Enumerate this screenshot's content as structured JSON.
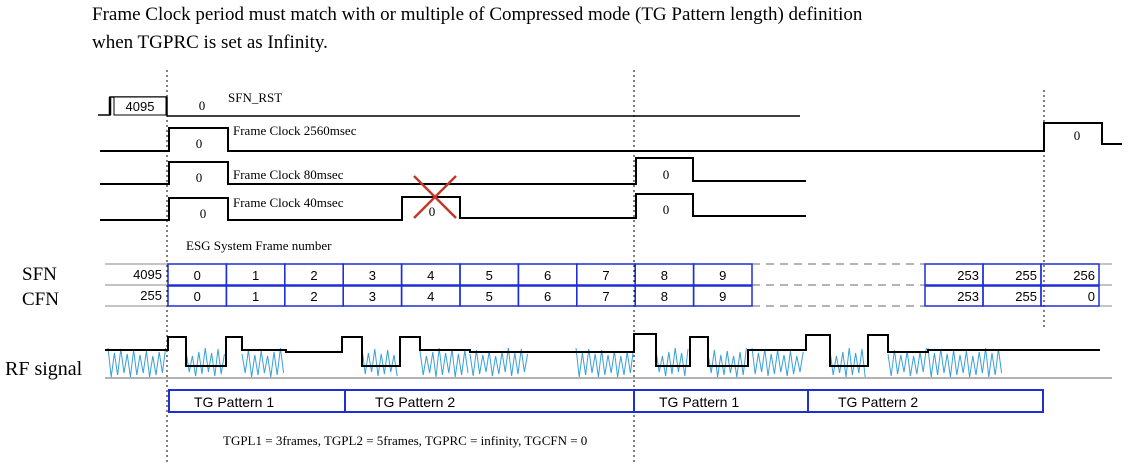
{
  "title": {
    "line1": "Frame Clock period must match with or multiple of Compressed mode (TG Pattern length) definition",
    "line2": "when TGPRC is set as Infinity."
  },
  "signals": {
    "sfn_rst": {
      "label": "SFN_RST",
      "pre_value": "4095",
      "value": "0"
    },
    "fc2560": {
      "label": "Frame Clock 2560msec",
      "values": [
        "0",
        "0"
      ]
    },
    "fc80": {
      "label": "Frame Clock 80msec",
      "values": [
        "0",
        "0"
      ]
    },
    "fc40": {
      "label": "Frame Clock 40msec",
      "values": [
        "0",
        "0",
        "0"
      ],
      "crossed_value_index": 1
    }
  },
  "esg_label": "ESG System Frame number",
  "sfn": {
    "label": "SFN",
    "start": "4095",
    "cells": [
      "0",
      "1",
      "2",
      "3",
      "4",
      "5",
      "6",
      "7",
      "8",
      "9"
    ],
    "tail": [
      "253",
      "255",
      "256"
    ]
  },
  "cfn": {
    "label": "CFN",
    "start": "255",
    "cells": [
      "0",
      "1",
      "2",
      "3",
      "4",
      "5",
      "6",
      "7",
      "8",
      "9"
    ],
    "tail": [
      "253",
      "255",
      "0"
    ]
  },
  "rf_label": "RF signal",
  "patterns": [
    "TG Pattern 1",
    "TG Pattern 2",
    "TG Pattern 1",
    "TG Pattern 2"
  ],
  "formula": "TGPL1 = 3frames,  TGPL2 = 5frames,  TGPRC = infinity, TGCFN = 0",
  "colors": {
    "box": "#1f2fd6",
    "noise": "#3aa0d8",
    "line": "#000000",
    "cross": "#c0392b"
  }
}
